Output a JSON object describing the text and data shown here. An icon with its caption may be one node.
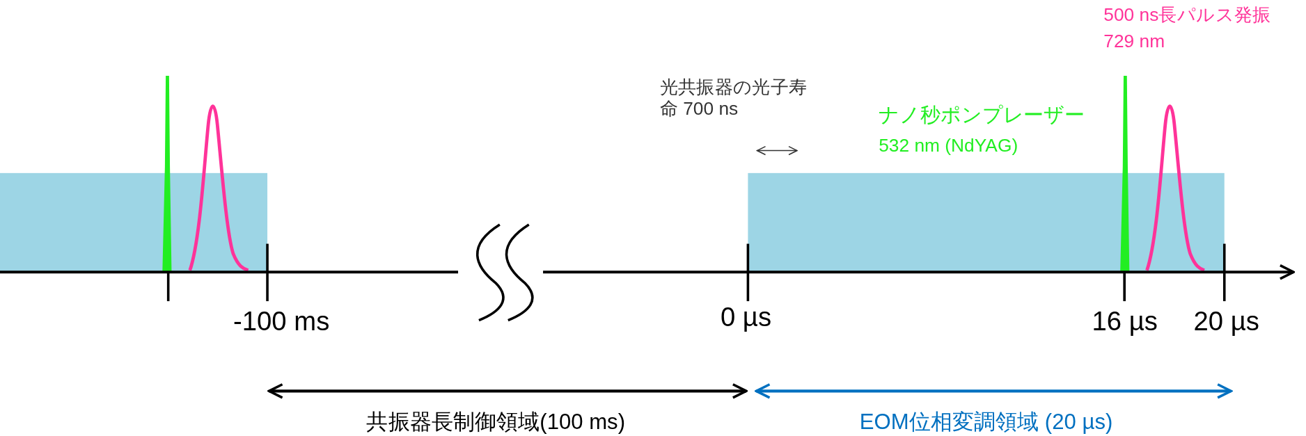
{
  "diagram": {
    "labels": [
      "500 ns長パルス発振",
      "729 nm",
      "光共振器の光子寿命 700 ns",
      "ナノ秒ポンプレーザー",
      "532 nm (NdYAG)",
      "-100 ms",
      "0 µs",
      "16 µs",
      "20 µs",
      "共振器長制御領域(100 ms)",
      "EOM位相変調領域 (20 µs)"
    ]
  }
}
